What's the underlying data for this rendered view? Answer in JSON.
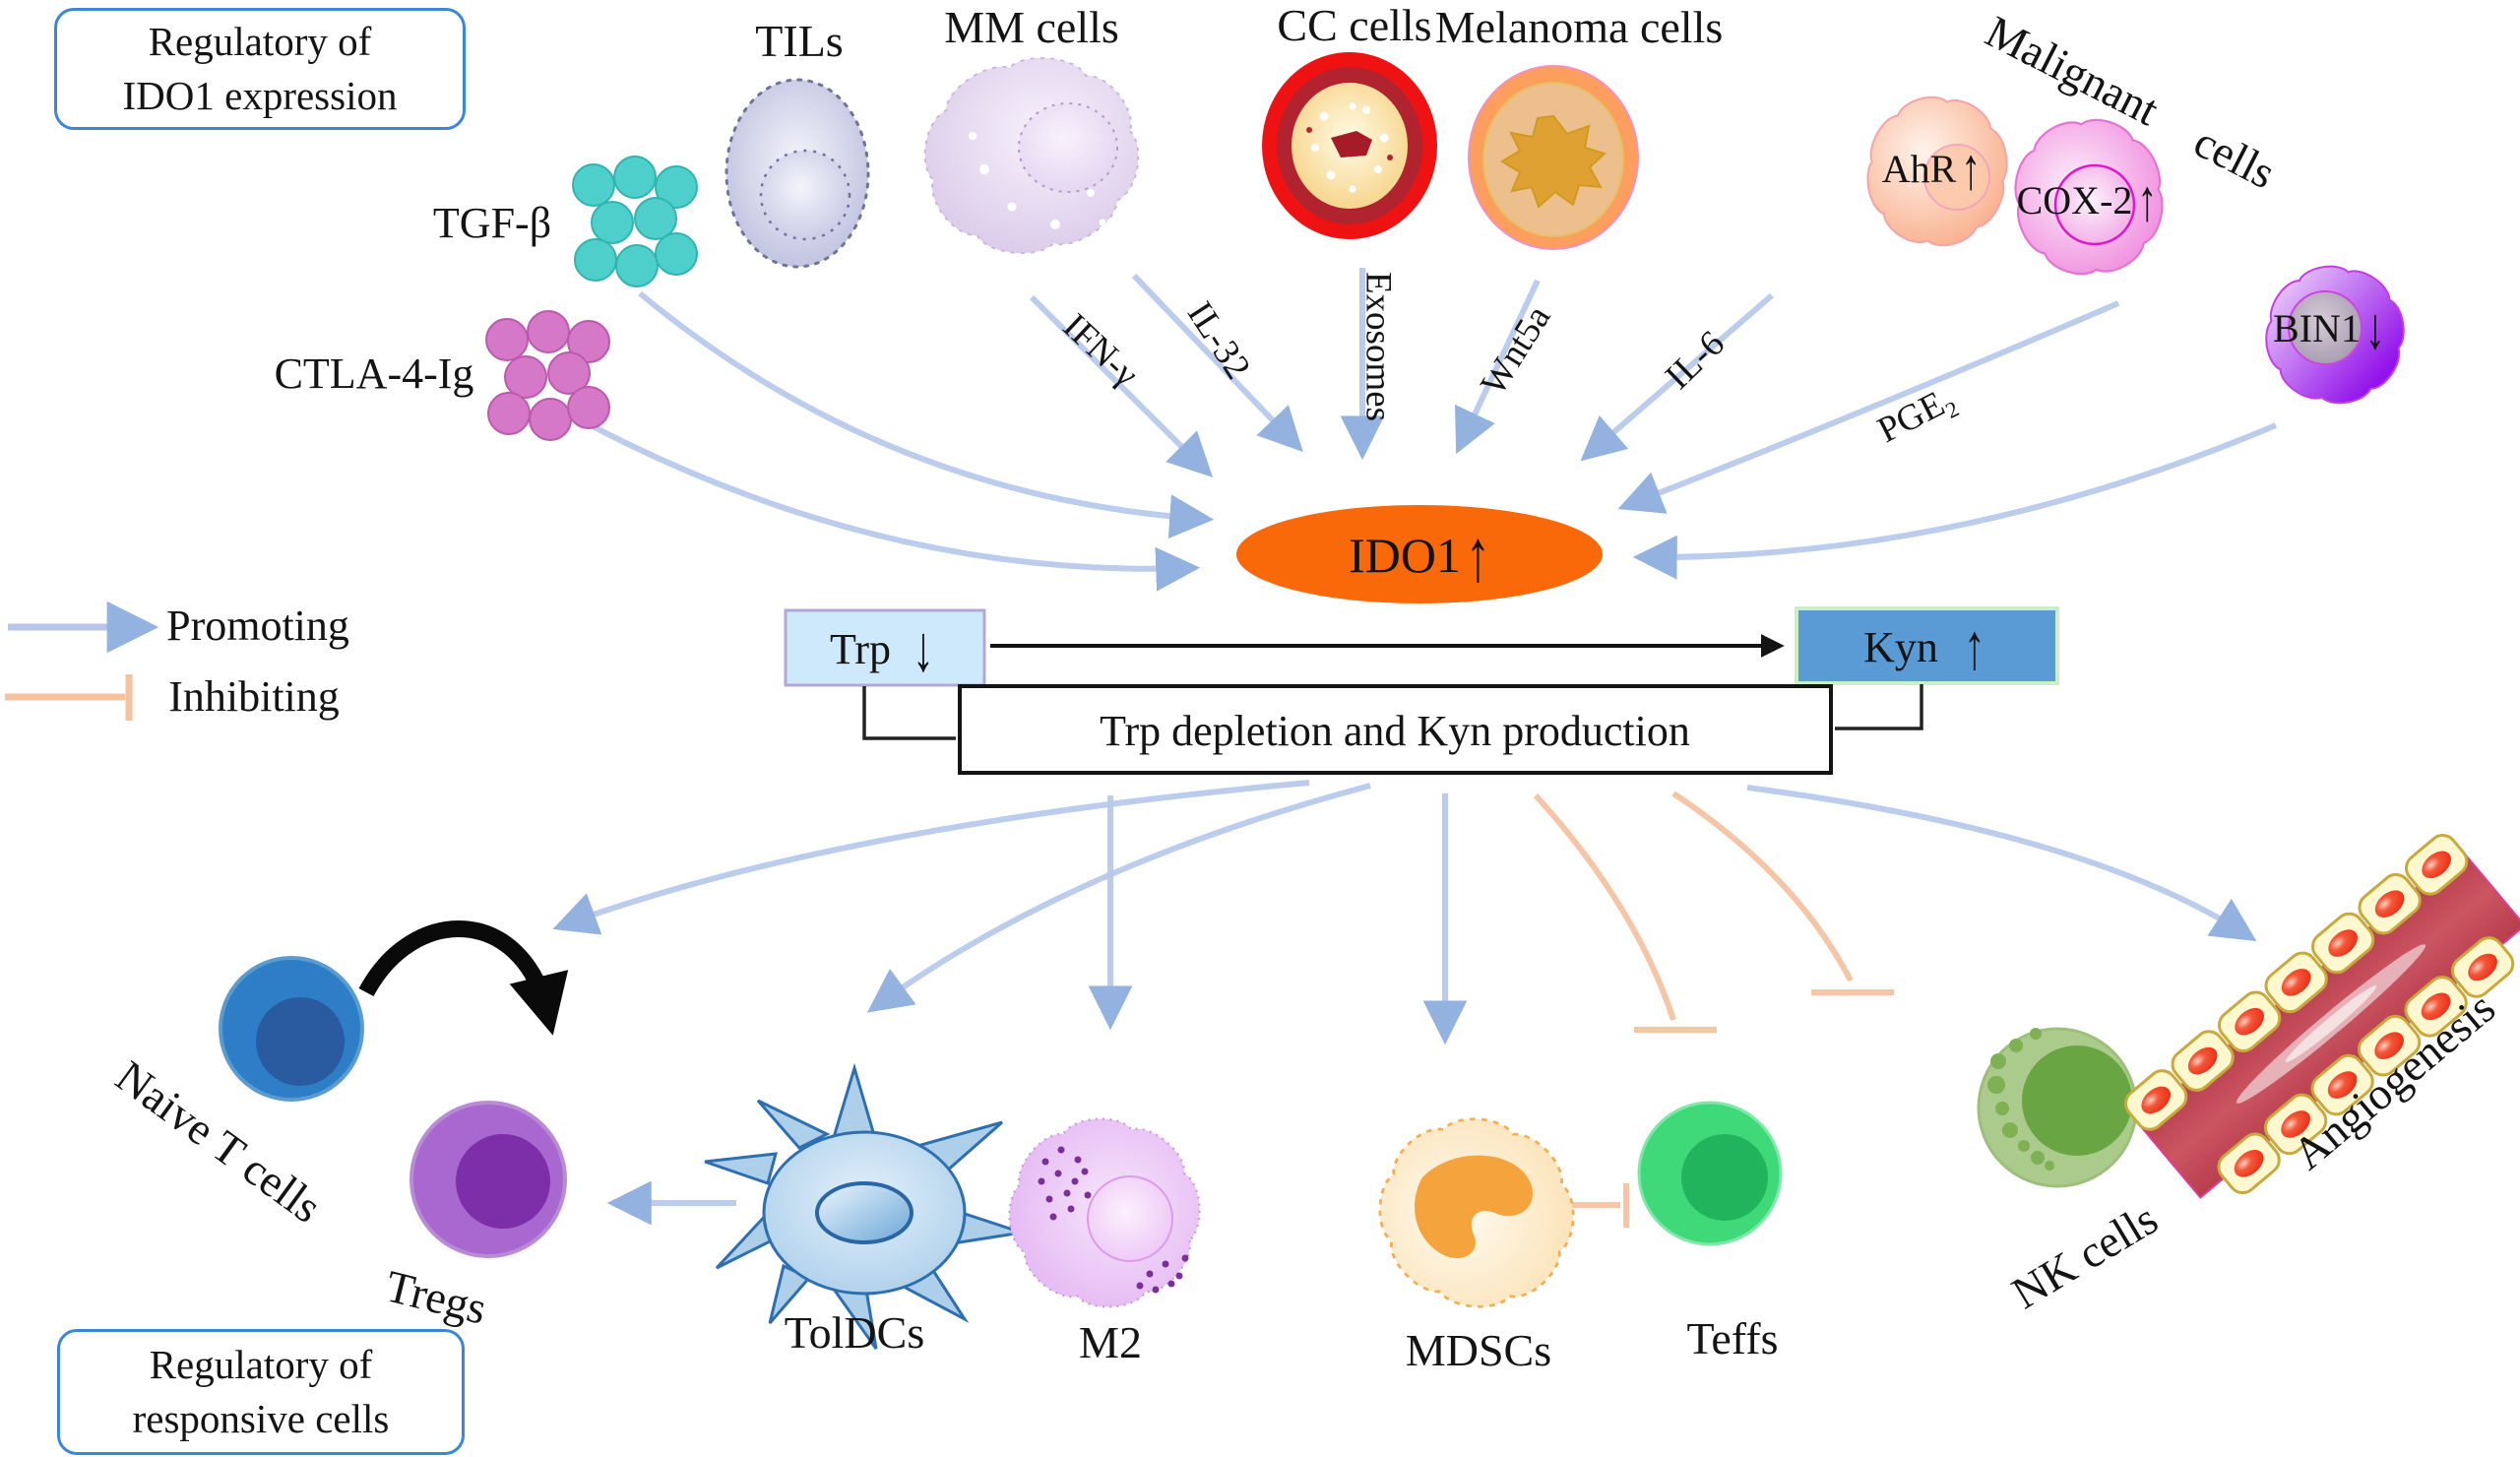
{
  "boxes": {
    "top_left": {
      "line1": "Regulatory of",
      "line2": "IDO1 expression"
    },
    "bottom_left": {
      "line1": "Regulatory of",
      "line2": "responsive cells"
    }
  },
  "legend": {
    "promoting": "Promoting",
    "inhibiting": "Inhibiting"
  },
  "regulators": {
    "tgfb": "TGF-β",
    "ctla4ig": "CTLA-4-Ig"
  },
  "top_cells": {
    "tils": "TILs",
    "mm": "MM cells",
    "cc": "CC cells",
    "melanoma": "Melanoma cells",
    "malignant_line1": "Malignant",
    "malignant_line2": "cells",
    "ahr": {
      "text": "AhR",
      "arrow": "↑"
    },
    "cox2": {
      "text": "COX-2",
      "arrow": "↑"
    },
    "bin1": {
      "text": "BIN1",
      "arrow": "↓"
    }
  },
  "mediators": {
    "ifng": "IFN-γ",
    "il32": "IL-32",
    "exosomes": "Exosomes",
    "wnt5a": "Wnt5a",
    "il6": "IL-6",
    "pge2_base": "PGE",
    "pge2_sub": "2"
  },
  "center": {
    "ido1": {
      "text": "IDO1",
      "arrow": "↑"
    },
    "trp": {
      "text": "Trp",
      "arrow": "↓"
    },
    "kyn": {
      "text": "Kyn",
      "arrow": "↑"
    },
    "depletion": "Trp depletion and Kyn production"
  },
  "bottom_cells": {
    "naive": "Naive T cells",
    "tregs": "Tregs",
    "toldcs": "TolDCs",
    "m2": "M2",
    "mdscs": "MDSCs",
    "teffs": "Teffs",
    "nk": "NK cells",
    "angiogenesis": "Angiogenesis"
  },
  "colors": {
    "promoting_arrow": "#b5c8ea",
    "inhibiting_arrow": "#f6c2a0",
    "ido1_fill": "#f9690a",
    "trp_fill": "#cde9fb",
    "trp_border": "#b4a7d6",
    "kyn_fill": "#5b9bd5",
    "kyn_border": "#c9efc4",
    "box_border": "#3a86d8",
    "tgfb_cluster": "#4ecfcb",
    "ctla_cluster": "#d678c8"
  }
}
